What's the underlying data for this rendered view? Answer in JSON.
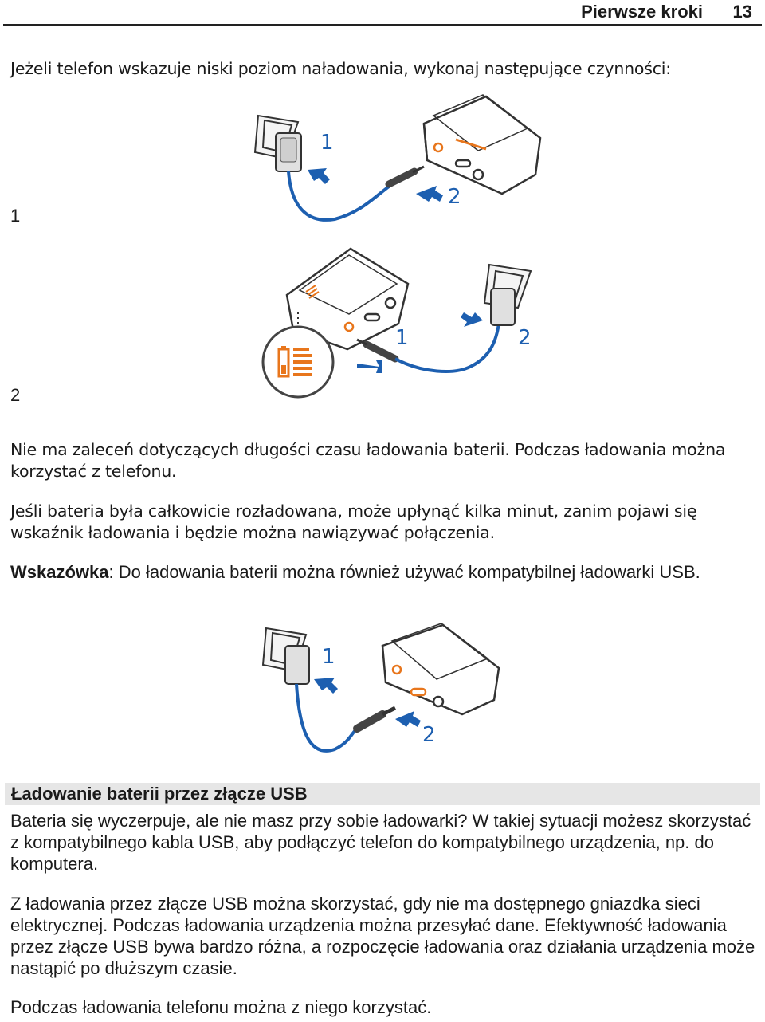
{
  "header": {
    "title": "Pierwsze kroki",
    "page_number": "13"
  },
  "intro": "Jeżeli telefon wskazuje niski poziom naładowania, wykonaj następujące czynności:",
  "steps": [
    {
      "number": "1",
      "callouts": [
        "1",
        "2"
      ]
    },
    {
      "number": "2",
      "callouts": [
        "1",
        "2"
      ]
    }
  ],
  "paragraphs": {
    "p1": "Nie ma zaleceń dotyczących długości czasu ładowania baterii. Podczas ładowania można korzystać z telefonu.",
    "p2": "Jeśli bateria była całkowicie rozładowana, może upłynąć kilka minut, zanim pojawi się wskaźnik ładowania i będzie można nawiązywać połączenia.",
    "tip_label": "Wskazówka",
    "tip_text": ": Do ładowania baterii można również używać kompatybilnej ładowarki USB."
  },
  "usb_figure": {
    "callouts": [
      "1",
      "2"
    ]
  },
  "section": {
    "title": "Ładowanie baterii przez złącze USB",
    "p1": "Bateria się wyczerpuje, ale nie masz przy sobie ładowarki? W takiej sytuacji możesz skorzystać z kompatybilnego kabla USB, aby podłączyć telefon do kompatybilnego urządzenia, np. do komputera.",
    "p2": "Z ładowania przez złącze USB można skorzystać, gdy nie ma dostępnego gniazdka sieci elektrycznej. Podczas ładowania urządzenia można przesyłać dane. Efektywność ładowania przez złącze USB bywa bardzo różna, a rozpoczęcie ładowania oraz działania urządzenia może nastąpić po dłuższym czasie.",
    "p3": "Podczas ładowania telefonu można z niego korzystać."
  },
  "colors": {
    "cable": "#1d5fb0",
    "accent": "#e8761c",
    "section_bg": "#e6e6e6"
  }
}
